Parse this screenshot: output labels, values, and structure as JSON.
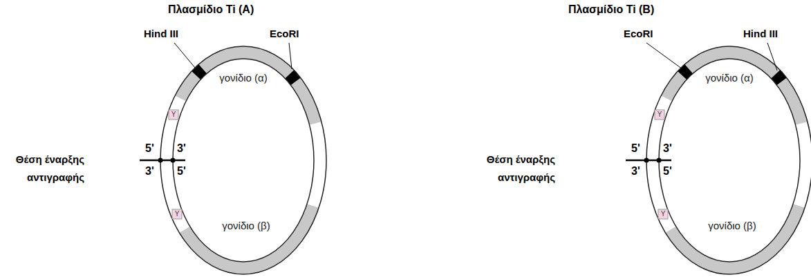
{
  "diagram": {
    "labels": [
      "Πλασμίδιο Ti (A)",
      "Hind III",
      "EcoRI",
      "γονίδιο (α)",
      "Θέση έναρξης αντιγραφής",
      "5'",
      "3'",
      "3'",
      "5'",
      "Y",
      "Y",
      "γονίδιο (β)",
      "Πλασμίδιο Ti (B)",
      "EcoRI",
      "Hind III",
      "γονίδιο (α)",
      "Θέση έναρξης αντιγραφής",
      "5'",
      "3'",
      "3'",
      "5'",
      "Y",
      "Y",
      "γονίδιο (β)"
    ]
  }
}
